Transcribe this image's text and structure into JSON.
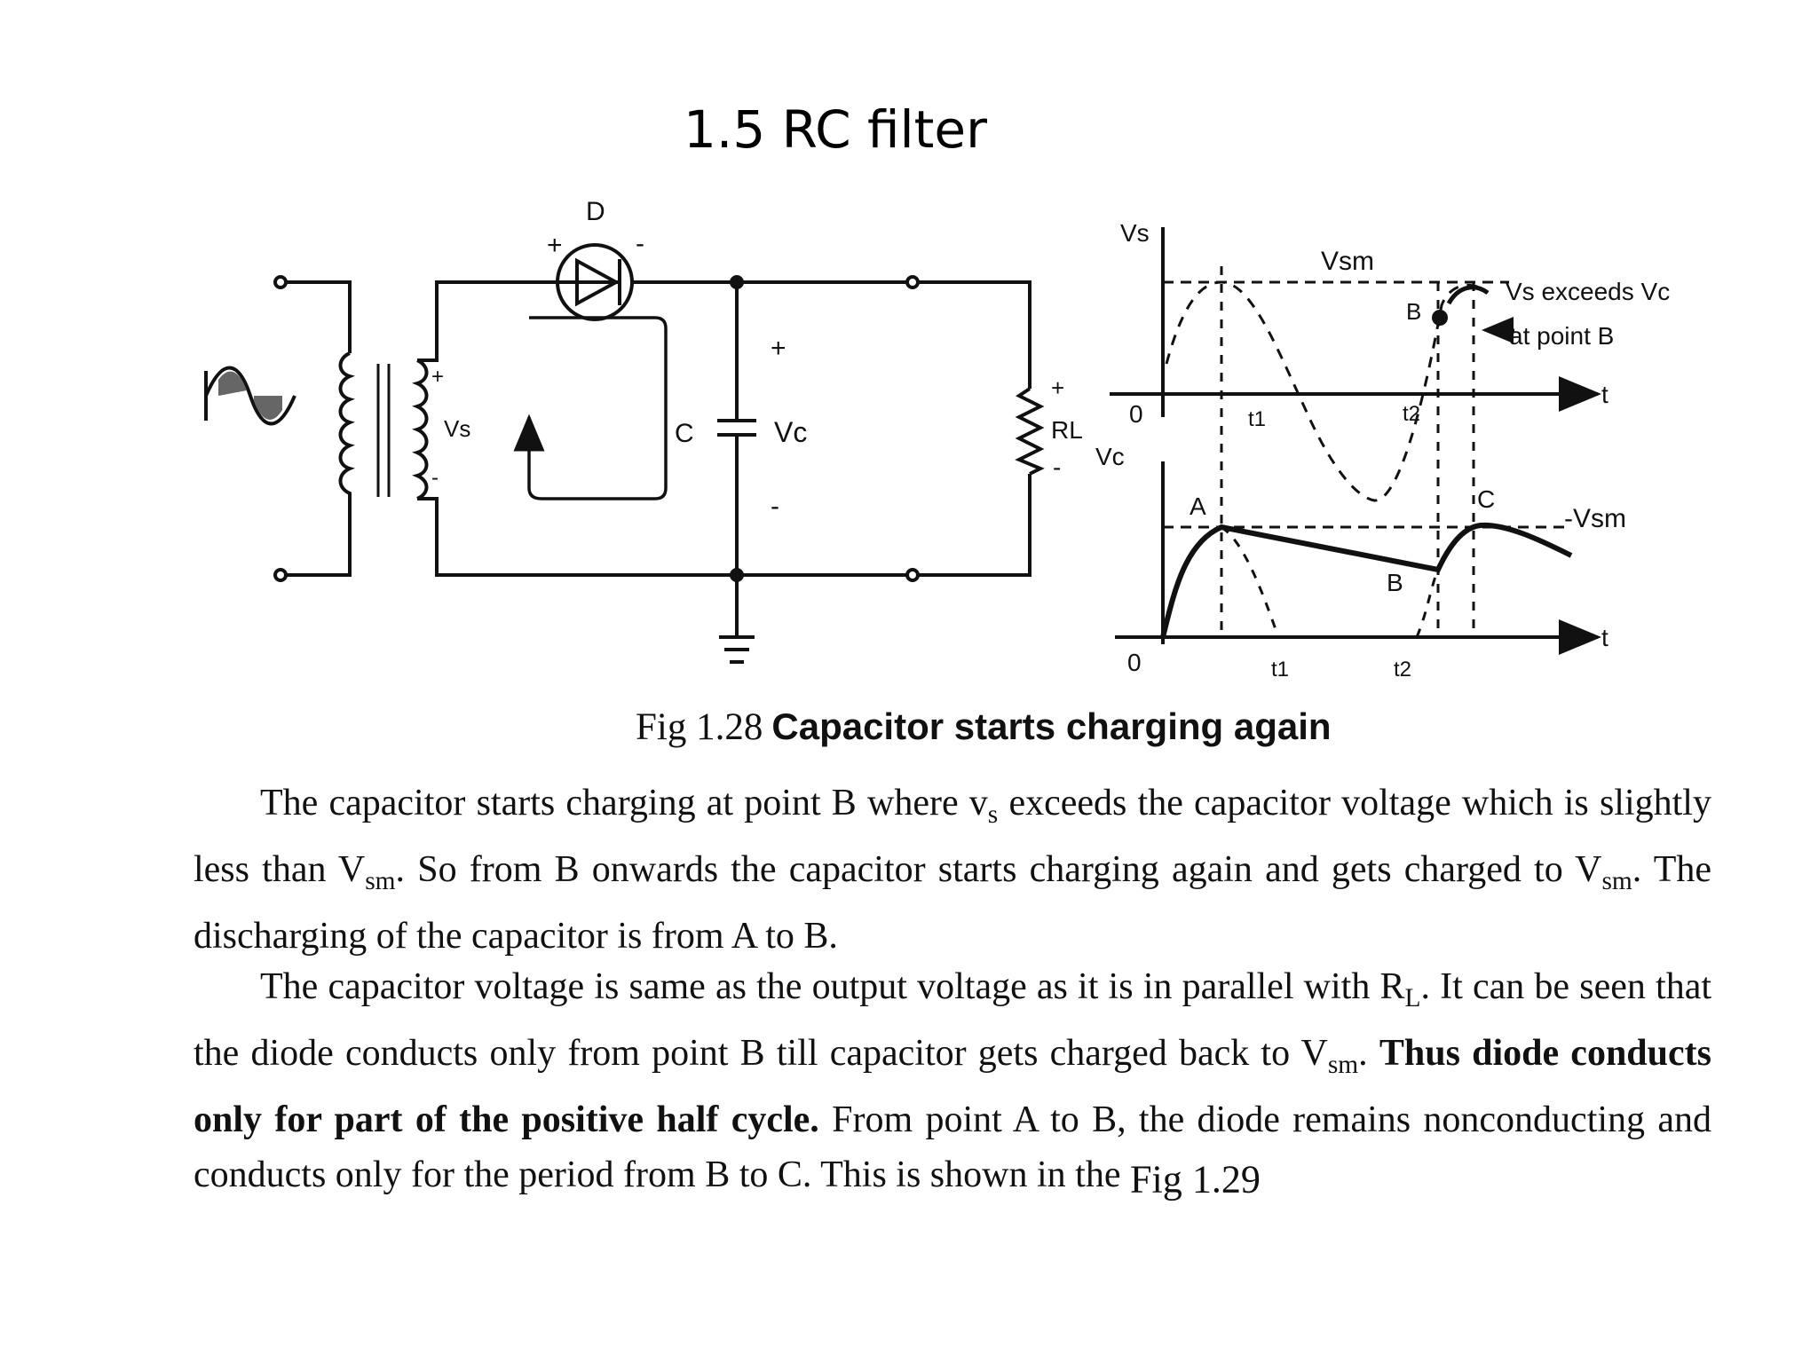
{
  "slide": {
    "title": "1.5 RC filter"
  },
  "circuit": {
    "diode_label": "D",
    "plus": "+",
    "minus": "-",
    "vs_label": "Vs",
    "cap_label": "C",
    "vc_label": "Vc",
    "rl_label": "RL"
  },
  "graph": {
    "vs_axis": "Vs",
    "vc_axis": "Vc",
    "vsm_top": "Vsm",
    "vsm_right": "-Vsm",
    "annot_line1": "Vs exceeds Vc",
    "annot_line2": "at point B",
    "pt_a": "A",
    "pt_b": "B",
    "pt_c": "C",
    "t": "t",
    "t1": "t1",
    "t2": "t2",
    "zero": "0"
  },
  "caption": {
    "number": "Fig 1.28",
    "text": "Capacitor starts charging again"
  },
  "paragraphs": {
    "p1_a": "The capacitor starts charging at point B where v",
    "p1_s": "s",
    "p1_b": " exceeds the capacitor voltage which is slightly less than V",
    "p1_sm1": "sm",
    "p1_c": ". So from B onwards the capacitor starts charging again and gets charged to V",
    "p1_sm2": "sm",
    "p1_d": ". The discharging of the capacitor is from A to B.",
    "p2_a": "The capacitor voltage is same as the output voltage as it is in parallel with R",
    "p2_l": "L",
    "p2_b": ". It can be seen that the diode conducts only from point B till capacitor gets charged back to V",
    "p2_sm": "sm",
    "p2_c": ". ",
    "p2_bold": "Thus diode conducts only for part of the positive half cycle.",
    "p2_d": " From point A to B, the diode remains nonconducting and conducts only for the period from B to C. This is shown in the ",
    "p2_fig": "Fig 1.29"
  }
}
